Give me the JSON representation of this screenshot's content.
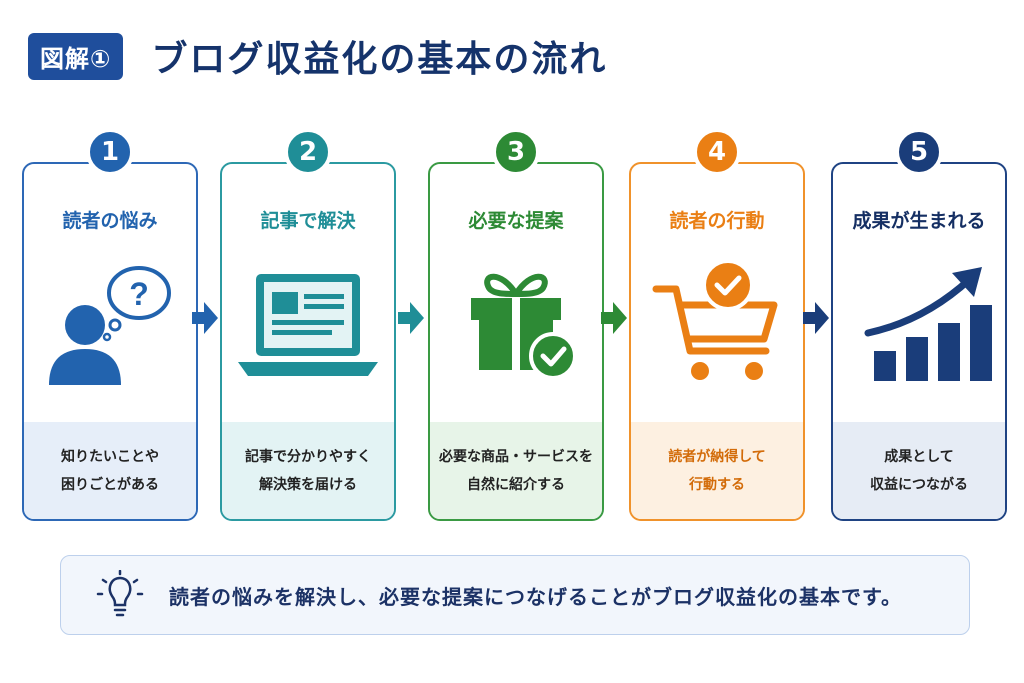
{
  "header": {
    "badge": "図解①",
    "title": "ブログ収益化の基本の流れ"
  },
  "steps": [
    {
      "number": "1",
      "title": "読者の悩み",
      "desc_line1": "知りたいことや",
      "desc_line2": "困りごとがある",
      "color": "#2263ae",
      "icon": "person-question-icon"
    },
    {
      "number": "2",
      "title": "記事で解決",
      "desc_line1": "記事で分かりやすく",
      "desc_line2": "解決策を届ける",
      "color": "#1f8e97",
      "icon": "laptop-icon"
    },
    {
      "number": "3",
      "title": "必要な提案",
      "desc_line1": "必要な商品・サービスを",
      "desc_line2": "自然に紹介する",
      "color": "#2d8a35",
      "icon": "gift-check-icon"
    },
    {
      "number": "4",
      "title": "読者の行動",
      "desc_line1": "読者が納得して",
      "desc_line2": "行動する",
      "color": "#ea7f14",
      "icon": "cart-check-icon"
    },
    {
      "number": "5",
      "title": "成果が生まれる",
      "desc_line1": "成果として",
      "desc_line2": "収益につながる",
      "color": "#1a3d7a",
      "icon": "growth-chart-icon"
    }
  ],
  "summary": {
    "text": "読者の悩みを解決し、必要な提案につなげることがブログ収益化の基本です。",
    "icon": "lightbulb-icon"
  }
}
